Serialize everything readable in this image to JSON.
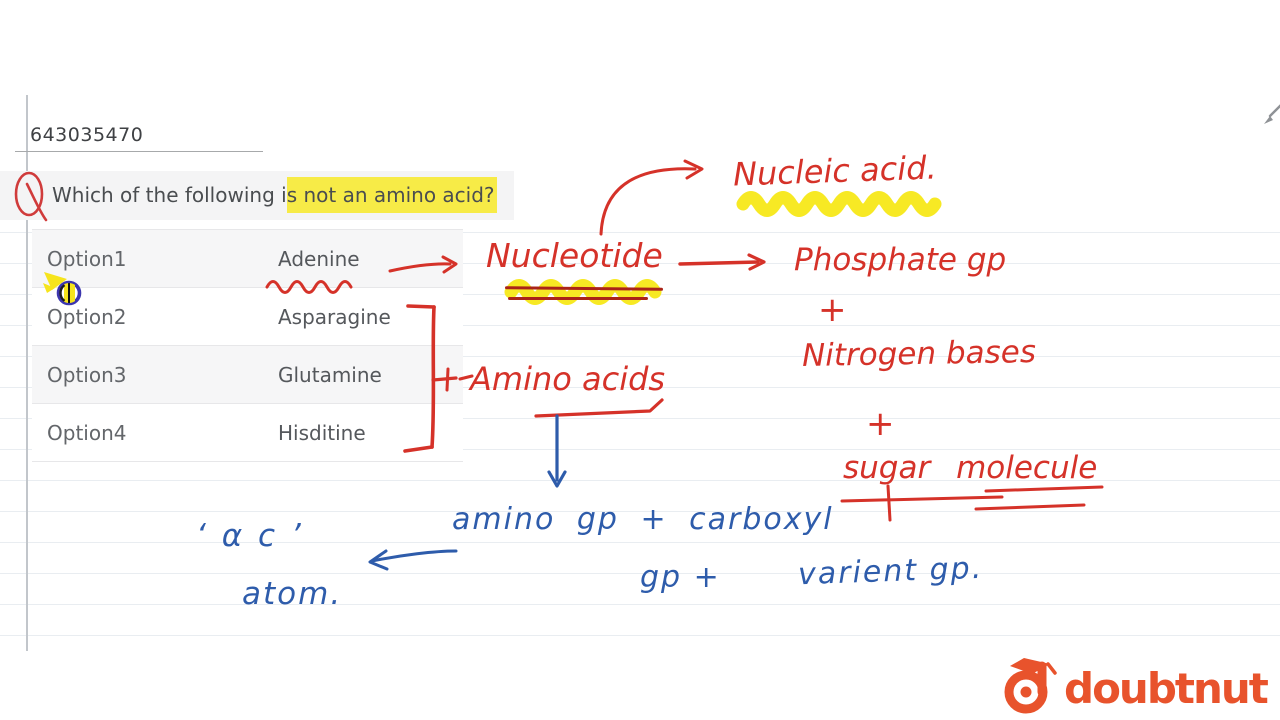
{
  "page": {
    "question_id": "643035470",
    "question": {
      "prefix": "Which of the following i",
      "highlighted": "s not an amino acid?"
    },
    "options": [
      {
        "label": "Option1",
        "value": "Adenine"
      },
      {
        "label": "Option2",
        "value": "Asparagine"
      },
      {
        "label": "Option3",
        "value": "Glutamine"
      },
      {
        "label": "Option4",
        "value": "Hisditine"
      }
    ]
  },
  "annotations": {
    "red": {
      "nucleic_acid": "Nucleic acid.",
      "nucleotide": "Nucleotide",
      "phosphate_gp": "Phosphate gp",
      "plus1": "+",
      "nitrogen_bases": "Nitrogen bases",
      "plus2": "+",
      "sugar_molecule": "sugar molecule",
      "amino_acids": "Amino acids"
    },
    "blue": {
      "components_line1": "amino gp + carboxyl",
      "components_line2": "gp +",
      "components_line3": "varient gp.",
      "alpha_c": "‘ α c ’",
      "atom": "atom."
    }
  },
  "branding": {
    "logo_text": "doubtnut"
  },
  "colors": {
    "red_pen": "#d53229",
    "blue_pen": "#2e5cab",
    "marker_yellow": "#f7e924",
    "brand_orange": "#e8532c"
  }
}
